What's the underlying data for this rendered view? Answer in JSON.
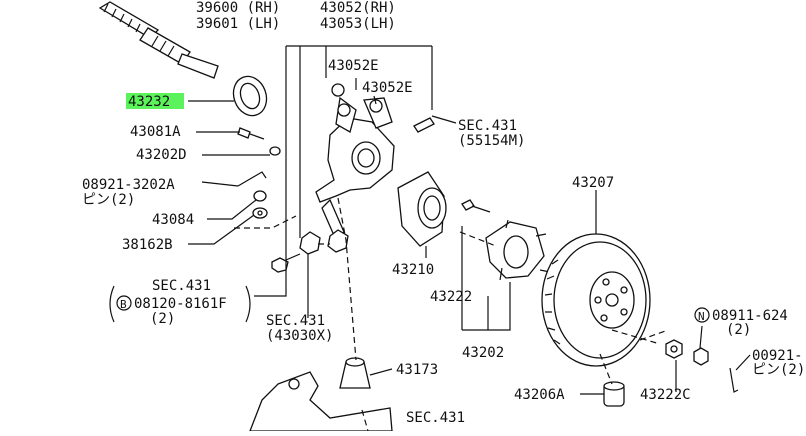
{
  "labels": {
    "p39600": "39600 (RH)",
    "p39601": "39601 (LH)",
    "p43052": "43052(RH)",
    "p43053": "43053(LH)",
    "p43052e_a": "43052E",
    "p43052e_b": "43052E",
    "p43232": "43232",
    "p43081a": "43081A",
    "p43202d": "43202D",
    "p08921a": "08921-3202A",
    "pin_a": "ピン(2)",
    "p43084": "43084",
    "p38162b": "38162B",
    "sec431_a": "SEC.431",
    "sec431_a_sub": "(55154M)",
    "sec431_b": "SEC.431",
    "b_part": "08120-8161F",
    "b_qty": "(2)",
    "b_mark": "B",
    "sec431_c": "SEC.431",
    "sec431_c_sub": "(43030X)",
    "p43210": "43210",
    "p43222": "43222",
    "p43202": "43202",
    "p43207": "43207",
    "p43173": "43173",
    "p43206a": "43206A",
    "p43222c": "43222C",
    "n_part": "08911-624",
    "n_qty": "(2)",
    "n_mark": "N",
    "p00921": "00921-",
    "pin_b": "ピン(2)",
    "sec431_d": "SEC.431"
  },
  "highlight_color": "#5cf25c"
}
